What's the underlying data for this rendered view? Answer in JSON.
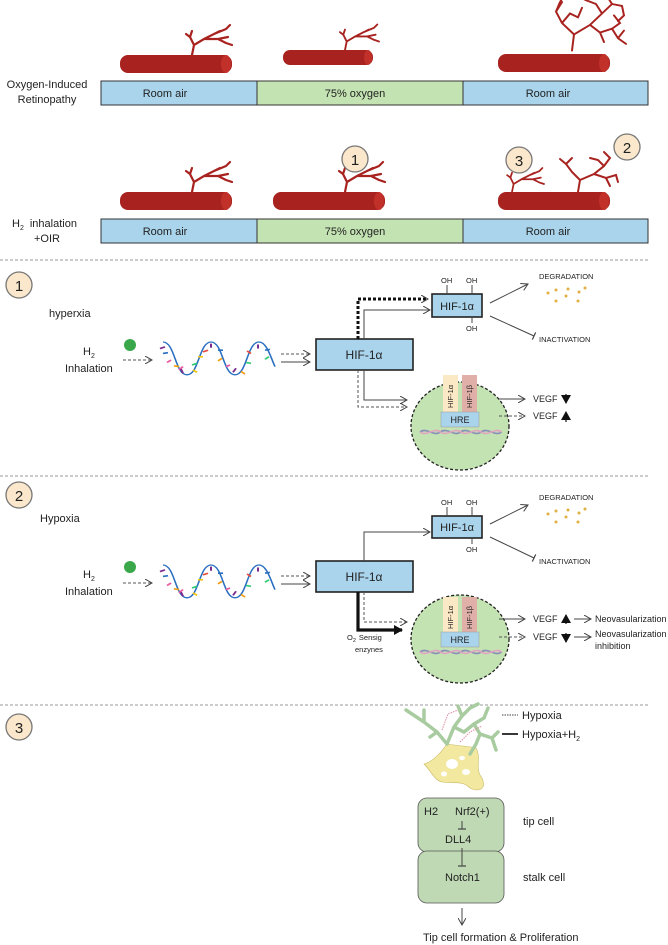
{
  "timeline": {
    "oir_label": [
      "Oxygen-Induced",
      "Retinopathy"
    ],
    "h2_label": [
      "H",
      "2",
      "inhalation",
      "+OIR"
    ],
    "segments": [
      "Room air",
      "75% oxygen",
      "Room air"
    ],
    "markers": [
      "1",
      "2",
      "3"
    ]
  },
  "section1": {
    "number": "1",
    "condition": "hyperxia",
    "h2": "H",
    "h2_sub": "2",
    "inhalation": "Inhalation",
    "hif_main": "HIF-1α",
    "hif_oh": "HIF-1α",
    "oh": "OH",
    "degradation": "DEGRADATION",
    "inactivation": "INACTIVATION",
    "hif1a": "HIF-1α",
    "hif1b": "HIF-1β",
    "hre": "HRE",
    "vegf_down": "VEGF",
    "vegf_up": "VEGF"
  },
  "section2": {
    "number": "2",
    "condition": "Hypoxia",
    "h2": "H",
    "h2_sub": "2",
    "inhalation": "Inhalation",
    "hif_main": "HIF-1α",
    "hif_oh": "HIF-1α",
    "oh": "OH",
    "degradation": "DEGRADATION",
    "inactivation": "INACTIVATION",
    "hif1a": "HIF-1α",
    "hif1b": "HIF-1β",
    "hre": "HRE",
    "o2": "O",
    "o2_sub": "2",
    "sensing": "Sensig",
    "enzymes": "enzynes",
    "vegf_up": "VEGF",
    "vegf_down": "VEGF",
    "neo": "Neovasularization",
    "neo_inh": "Neovasularization",
    "inhibition": "inhibition"
  },
  "section3": {
    "number": "3",
    "legend_hypoxia": "Hypoxia",
    "legend_hypoxia_h2": "Hypoxia+H",
    "legend_h2_sub": "2",
    "h2": "H2",
    "nrf2": "Nrf2(+)",
    "dll4": "DLL4",
    "notch1": "Notch1",
    "tip_cell": "tip cell",
    "stalk_cell": "stalk cell",
    "outcome": "Tip cell  formation & Proliferation"
  },
  "colors": {
    "vessel": "#a8231f",
    "room_air": "#a9d4ec",
    "oxygen": "#c4e3b2",
    "hif_box": "#a9d4ec",
    "nucleus": "#c4e3b2",
    "marker": "#fbe8cc",
    "cell_box": "#bfd9b4"
  }
}
